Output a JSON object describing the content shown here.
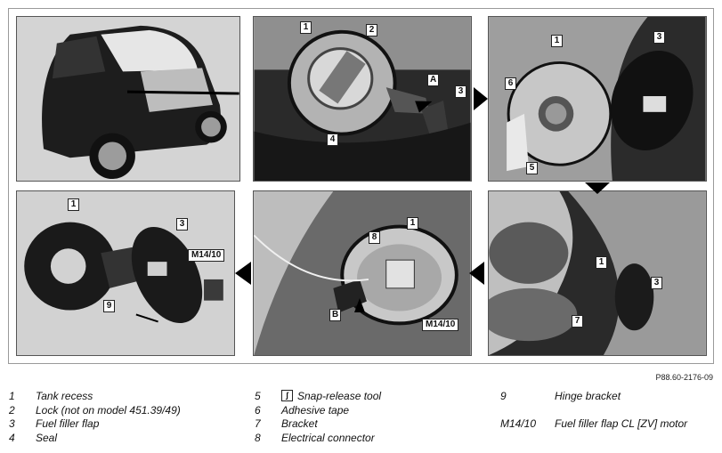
{
  "figure_code": "P88.60-2176-09",
  "callouts": {
    "p2_1": "1",
    "p2_2": "2",
    "p2_3": "3",
    "p2_4": "4",
    "p2_A": "A",
    "p3_1": "1",
    "p3_3": "3",
    "p3_5": "5",
    "p3_6": "6",
    "p4_1": "1",
    "p4_3": "3",
    "p4_7": "7",
    "p5_1": "1",
    "p5_8": "8",
    "p5_B": "B",
    "p5_M": "M14/10",
    "p6_1": "1",
    "p6_3": "3",
    "p6_9": "9",
    "p6_M": "M14/10"
  },
  "legend": {
    "col1": [
      {
        "num": "1",
        "text": "Tank recess"
      },
      {
        "num": "2",
        "text": "Lock (not on model 451.39/49)"
      },
      {
        "num": "3",
        "text": "Fuel filler flap"
      },
      {
        "num": "4",
        "text": "Seal"
      }
    ],
    "col2": [
      {
        "num": "5",
        "text": "Snap-release tool",
        "icon": "snap-release-tool-icon"
      },
      {
        "num": "6",
        "text": "Adhesive tape"
      },
      {
        "num": "7",
        "text": "Bracket"
      },
      {
        "num": "8",
        "text": "Electrical connector"
      }
    ],
    "col3": [
      {
        "num": "9",
        "text": "Hinge bracket"
      },
      {
        "num": "M14/10",
        "text": "Fuel filler flap CL [ZV] motor"
      }
    ]
  },
  "icons": {
    "snap_release_glyph": "ʃ"
  },
  "colors": {
    "panel_bg": "#d9d9d9",
    "dark_part": "#1c1c1c",
    "frame": "#9a9a9a"
  }
}
